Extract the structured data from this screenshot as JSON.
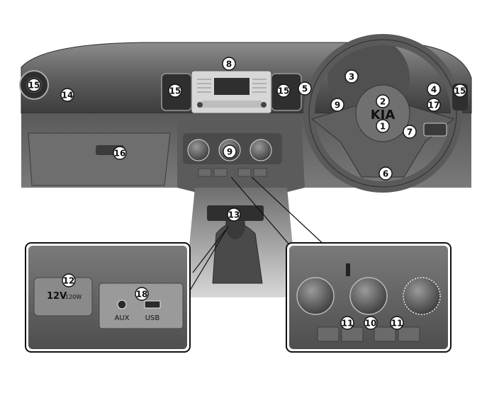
{
  "markers": [
    {
      "id": "m15a",
      "label": "⑮",
      "n": "15"
    },
    {
      "id": "m14",
      "label": "⑭",
      "n": "14"
    },
    {
      "id": "m8",
      "label": "⑧",
      "n": "8"
    },
    {
      "id": "m15b",
      "label": "⑮",
      "n": "15"
    },
    {
      "id": "m15c",
      "label": "⑮",
      "n": "15"
    },
    {
      "id": "m5",
      "label": "⑤",
      "n": "5"
    },
    {
      "id": "m3",
      "label": "③",
      "n": "3"
    },
    {
      "id": "m2",
      "label": "②",
      "n": "2"
    },
    {
      "id": "m4",
      "label": "④",
      "n": "4"
    },
    {
      "id": "m15d",
      "label": "⑮",
      "n": "15"
    },
    {
      "id": "m9a",
      "label": "⑨",
      "n": "9"
    },
    {
      "id": "m17",
      "label": "⑰",
      "n": "17"
    },
    {
      "id": "m1",
      "label": "①",
      "n": "1"
    },
    {
      "id": "m7",
      "label": "⑦",
      "n": "7"
    },
    {
      "id": "m9b",
      "label": "⑨",
      "n": "9"
    },
    {
      "id": "m16",
      "label": "⑯",
      "n": "16"
    },
    {
      "id": "m6",
      "label": "⑥",
      "n": "6"
    },
    {
      "id": "m13",
      "label": "⑬",
      "n": "13"
    },
    {
      "id": "m12",
      "label": "⑫",
      "n": "12"
    },
    {
      "id": "m18",
      "label": "⑱",
      "n": "18"
    },
    {
      "id": "m11a",
      "label": "⑪",
      "n": "11"
    },
    {
      "id": "m10",
      "label": "⑩",
      "n": "10"
    },
    {
      "id": "m11b",
      "label": "⑪",
      "n": "11"
    }
  ],
  "inset_left": {
    "power_label": "12V",
    "power_watt": "120W",
    "aux_label": "AUX",
    "usb_label": "USB"
  },
  "brand_logo": "KIA"
}
